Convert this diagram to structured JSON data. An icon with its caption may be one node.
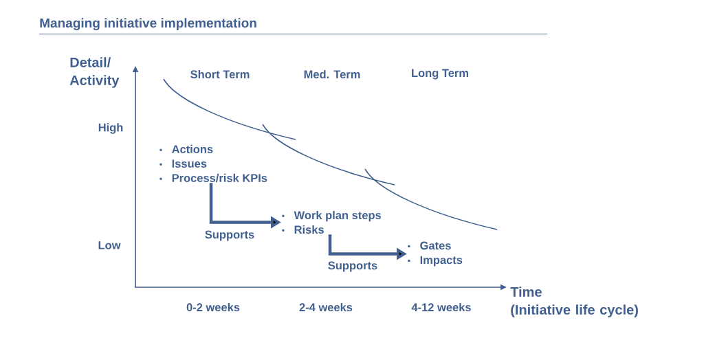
{
  "diagram": {
    "title": "Managing initiative implementation",
    "nodes": [
      {
        "text": [
          "Actions",
          "Issues",
          "Process/risk KPIs"
        ]
      },
      {
        "text": [
          "Work plan steps",
          "Risks"
        ]
      },
      {
        "text": [
          "Gates",
          "Impacts"
        ]
      }
    ],
    "edges": [
      {
        "from": 0,
        "to": 1,
        "arrow": "to",
        "label": "Supports"
      },
      {
        "from": 1,
        "to": 2,
        "arrow": "to",
        "label": "Supports"
      }
    ],
    "labels": [
      "Detail/ Activity",
      "Short Term",
      "Med. Term",
      "Long Term",
      "High",
      "Low",
      "Time (Initiative life cycle)",
      "0-2 weeks",
      "2-4 weeks",
      "4-12 weeks"
    ]
  }
}
